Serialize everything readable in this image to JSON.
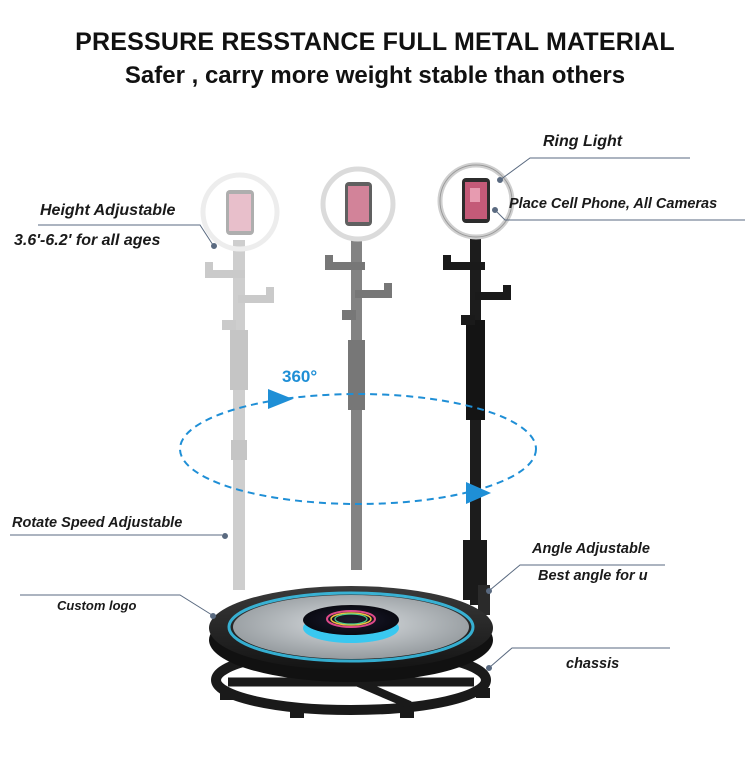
{
  "headline": {
    "line1": "PRESSURE RESSTANCE FULL METAL MATERIAL",
    "line2": "Safer , carry more weight stable than others"
  },
  "rotation_label": "360°",
  "callouts": {
    "ring_light": "Ring Light",
    "place_phone": "Place Cell Phone, All Cameras",
    "height_adjustable": "Height Adjustable",
    "height_range": "3.6'-6.2' for all ages",
    "rotate_speed": "Rotate Speed Adjustable",
    "angle_adjustable": "Angle Adjustable",
    "best_angle": "Best angle for u",
    "custom_logo": "Custom logo",
    "chassis": "chassis"
  },
  "colors": {
    "accent_blue": "#1f8fd6",
    "line_gray": "#5a6a80",
    "glow_cyan": "#39c8f0"
  }
}
